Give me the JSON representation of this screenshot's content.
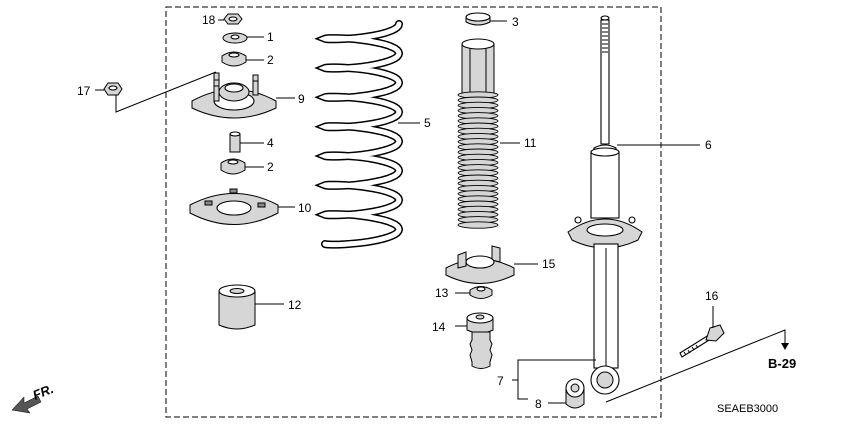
{
  "callouts": {
    "c1": "1",
    "c2a": "2",
    "c2b": "2",
    "c3": "3",
    "c4": "4",
    "c5": "5",
    "c6": "6",
    "c7": "7",
    "c8": "8",
    "c9": "9",
    "c10": "10",
    "c11": "11",
    "c12": "12",
    "c13": "13",
    "c14": "14",
    "c15": "15",
    "c16": "16",
    "c17": "17",
    "c18": "18"
  },
  "reference": "B-29",
  "diagram_code": "SEAEB3000",
  "direction_label": "FR."
}
